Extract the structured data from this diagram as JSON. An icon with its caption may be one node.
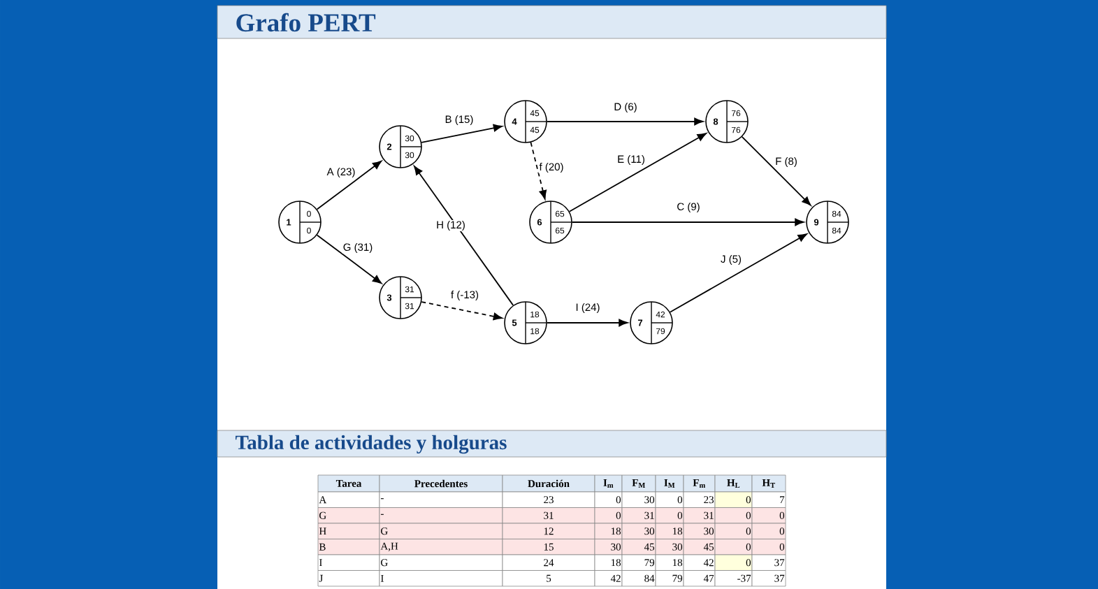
{
  "diagram": {
    "title": "Grafo PERT",
    "nodes": [
      {
        "text": [
          "1",
          "0",
          "0"
        ]
      },
      {
        "text": [
          "2",
          "30",
          "30"
        ]
      },
      {
        "text": [
          "3",
          "31",
          "31"
        ]
      },
      {
        "text": [
          "4",
          "45",
          "45"
        ]
      },
      {
        "text": [
          "5",
          "18",
          "18"
        ]
      },
      {
        "text": [
          "6",
          "65",
          "65"
        ]
      },
      {
        "text": [
          "7",
          "42",
          "79"
        ]
      },
      {
        "text": [
          "8",
          "76",
          "76"
        ]
      },
      {
        "text": [
          "9",
          "84",
          "84"
        ]
      }
    ],
    "edges": [
      {
        "from": 0,
        "to": 1,
        "arrow": "to",
        "label": "A (23)"
      },
      {
        "from": 0,
        "to": 2,
        "arrow": "to",
        "label": "G (31)"
      },
      {
        "from": 1,
        "to": 3,
        "arrow": "to",
        "label": "B (15)"
      },
      {
        "from": 4,
        "to": 1,
        "arrow": "to",
        "label": "H (12)"
      },
      {
        "from": 2,
        "to": 4,
        "arrow": "to",
        "label": "f (-13)",
        "style": "dashed"
      },
      {
        "from": 3,
        "to": 5,
        "arrow": "to",
        "label": "f (20)",
        "style": "dashed"
      },
      {
        "from": 3,
        "to": 7,
        "arrow": "to",
        "label": "D (6)"
      },
      {
        "from": 5,
        "to": 7,
        "arrow": "to",
        "label": "E (11)"
      },
      {
        "from": 5,
        "to": 8,
        "arrow": "to",
        "label": "C (9)"
      },
      {
        "from": 7,
        "to": 8,
        "arrow": "to",
        "label": "F (8)"
      },
      {
        "from": 4,
        "to": 6,
        "arrow": "to",
        "label": "I (24)"
      },
      {
        "from": 6,
        "to": 8,
        "arrow": "to",
        "label": "J (5)"
      }
    ],
    "labels": [
      "Tabla de actividades y holguras",
      "Tarea",
      "Precedentes",
      "Duración",
      "I$_{m}$",
      "F$_{M}$",
      "I$_{M}$",
      "F$_{m}$",
      "H$_{L}$",
      "H$_{T}$",
      "A",
      "-",
      "23",
      "0",
      "30",
      "0",
      "23",
      "0",
      "7",
      "G",
      "-",
      "31",
      "0",
      "31",
      "0",
      "31",
      "0",
      "0",
      "H",
      "G",
      "12",
      "18",
      "30",
      "18",
      "30",
      "0",
      "0",
      "B",
      "A,H",
      "15",
      "30",
      "45",
      "30",
      "45",
      "0",
      "0",
      "I",
      "G",
      "24",
      "18",
      "79",
      "18",
      "42",
      "0",
      "37",
      "J",
      "I",
      "5",
      "42",
      "84",
      "79",
      "47",
      "-37",
      "37"
    ]
  }
}
